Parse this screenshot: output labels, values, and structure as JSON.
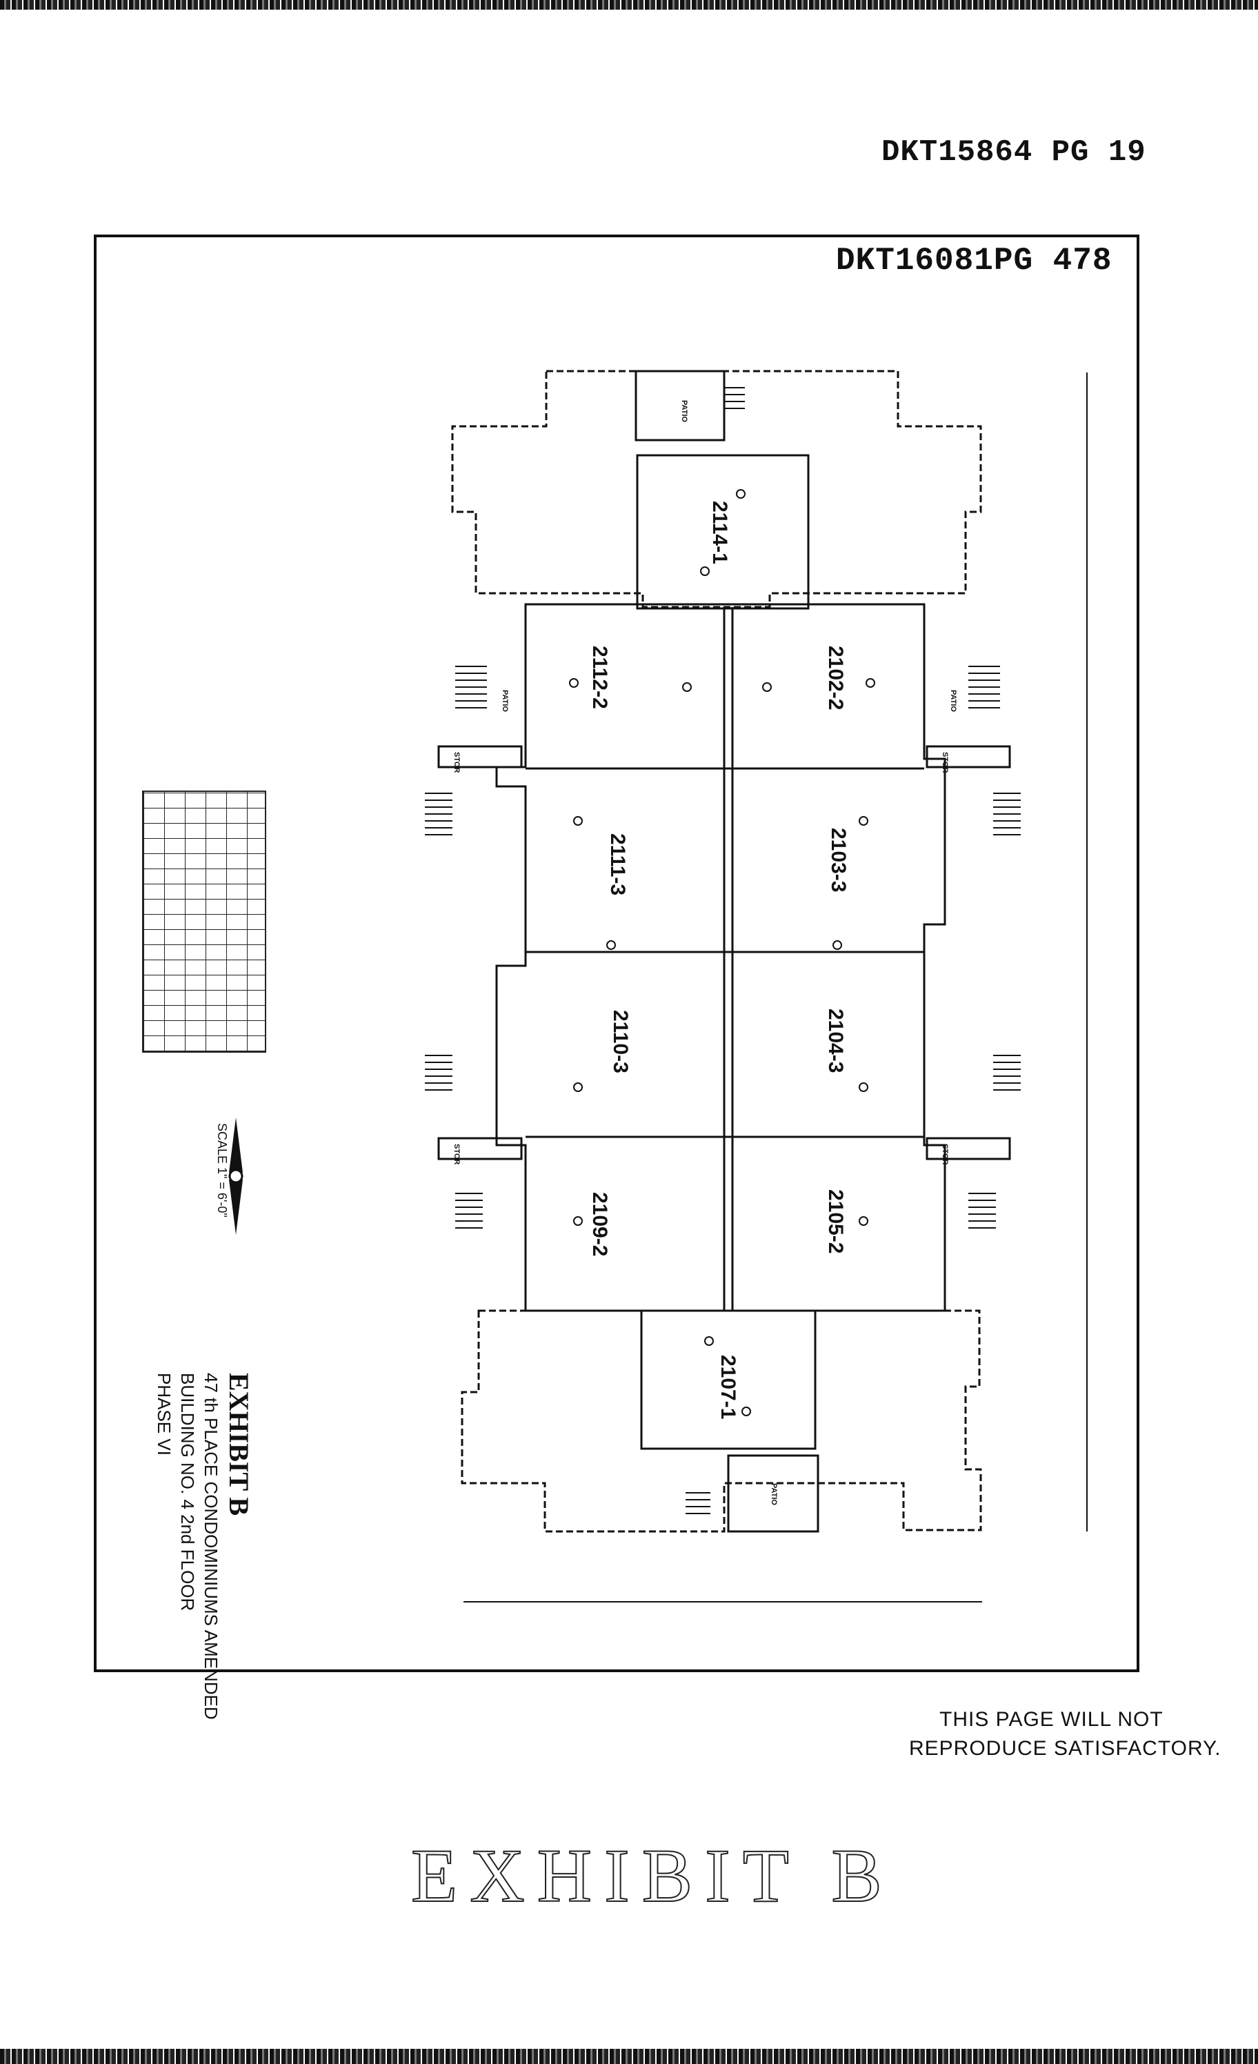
{
  "stamps": {
    "book_page_1": "DKT15864 PG 19",
    "book_page_2": "DKT16081PG 478"
  },
  "title_block": {
    "title": "EXHIBIT B",
    "line1": "47 th PLACE CONDOMINIUMS AMENDED",
    "line2": "BUILDING  NO. 4     2nd FLOOR",
    "line3": "PHASE VI"
  },
  "scale": {
    "label": "SCALE  1\" = 6'-0\""
  },
  "units": [
    "2114-1",
    "2112-2",
    "2102-2",
    "2111-3",
    "2103-3",
    "2110-3",
    "2104-3",
    "2109-2",
    "2105-2",
    "2107-1"
  ],
  "room_labels": {
    "stor": "STOR",
    "patio": "PATIO"
  },
  "notice": {
    "line1": "THIS PAGE WILL NOT",
    "line2": "REPRODUCE SATISFACTORY."
  },
  "stamp_bottom": "EXHIBIT B",
  "colors": {
    "ink": "#111111",
    "paper": "#ffffff"
  }
}
